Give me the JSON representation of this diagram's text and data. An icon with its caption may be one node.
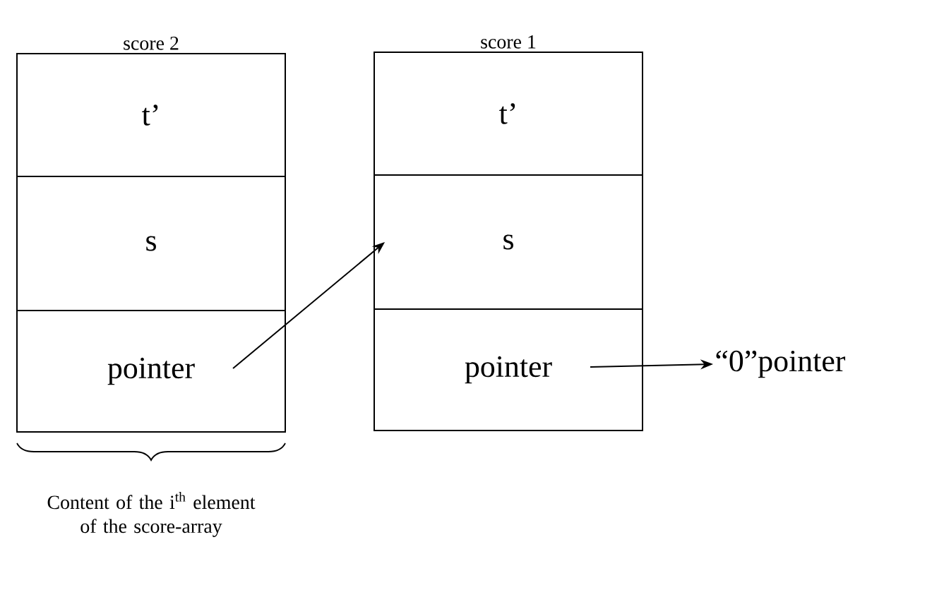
{
  "diagram": {
    "nodes": [
      {
        "text": [
          "score 2"
        ]
      },
      {
        "text": [
          "t’"
        ],
        "in": 0
      },
      {
        "text": [
          "s"
        ],
        "in": 0
      },
      {
        "text": [
          "pointer"
        ],
        "in": 0
      },
      {
        "text": [
          "score 1"
        ]
      },
      {
        "text": [
          "t’"
        ],
        "in": 4
      },
      {
        "text": [
          "s"
        ],
        "in": 4
      },
      {
        "text": [
          "pointer"
        ],
        "in": 4
      },
      {
        "text": [
          "“0”pointer"
        ]
      }
    ],
    "edges": [
      {
        "from": 3,
        "to": 6,
        "arrow": "to"
      },
      {
        "from": 7,
        "to": 8,
        "arrow": "to"
      }
    ],
    "labels": [
      "Content of the i$^{th}$ element of the score-array"
    ]
  }
}
